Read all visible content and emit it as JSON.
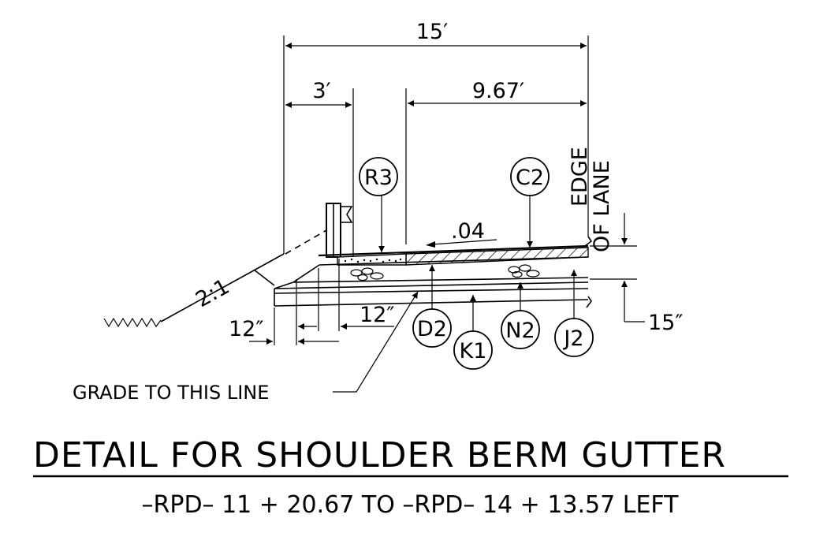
{
  "dimensions": {
    "total_width": "15′",
    "left_offset": "3′",
    "paved_width": "9.67′",
    "slope_rate": ".04",
    "side_slope": "2:1",
    "depth": "15″",
    "left_12": "12″",
    "right_12": "12″"
  },
  "edge_label": {
    "line1": "EDGE",
    "line2": "OF LANE"
  },
  "callouts": {
    "r3": "R3",
    "c2": "C2",
    "d2": "D2",
    "k1": "K1",
    "n2": "N2",
    "j2": "J2"
  },
  "grade_note": "GRADE TO  THIS LINE",
  "title": "DETAIL FOR  SHOULDER  BERM   GUTTER",
  "subtitle": "–RPD–  11 + 20.67  TO   –RPD–  14 + 13.57  LEFT"
}
